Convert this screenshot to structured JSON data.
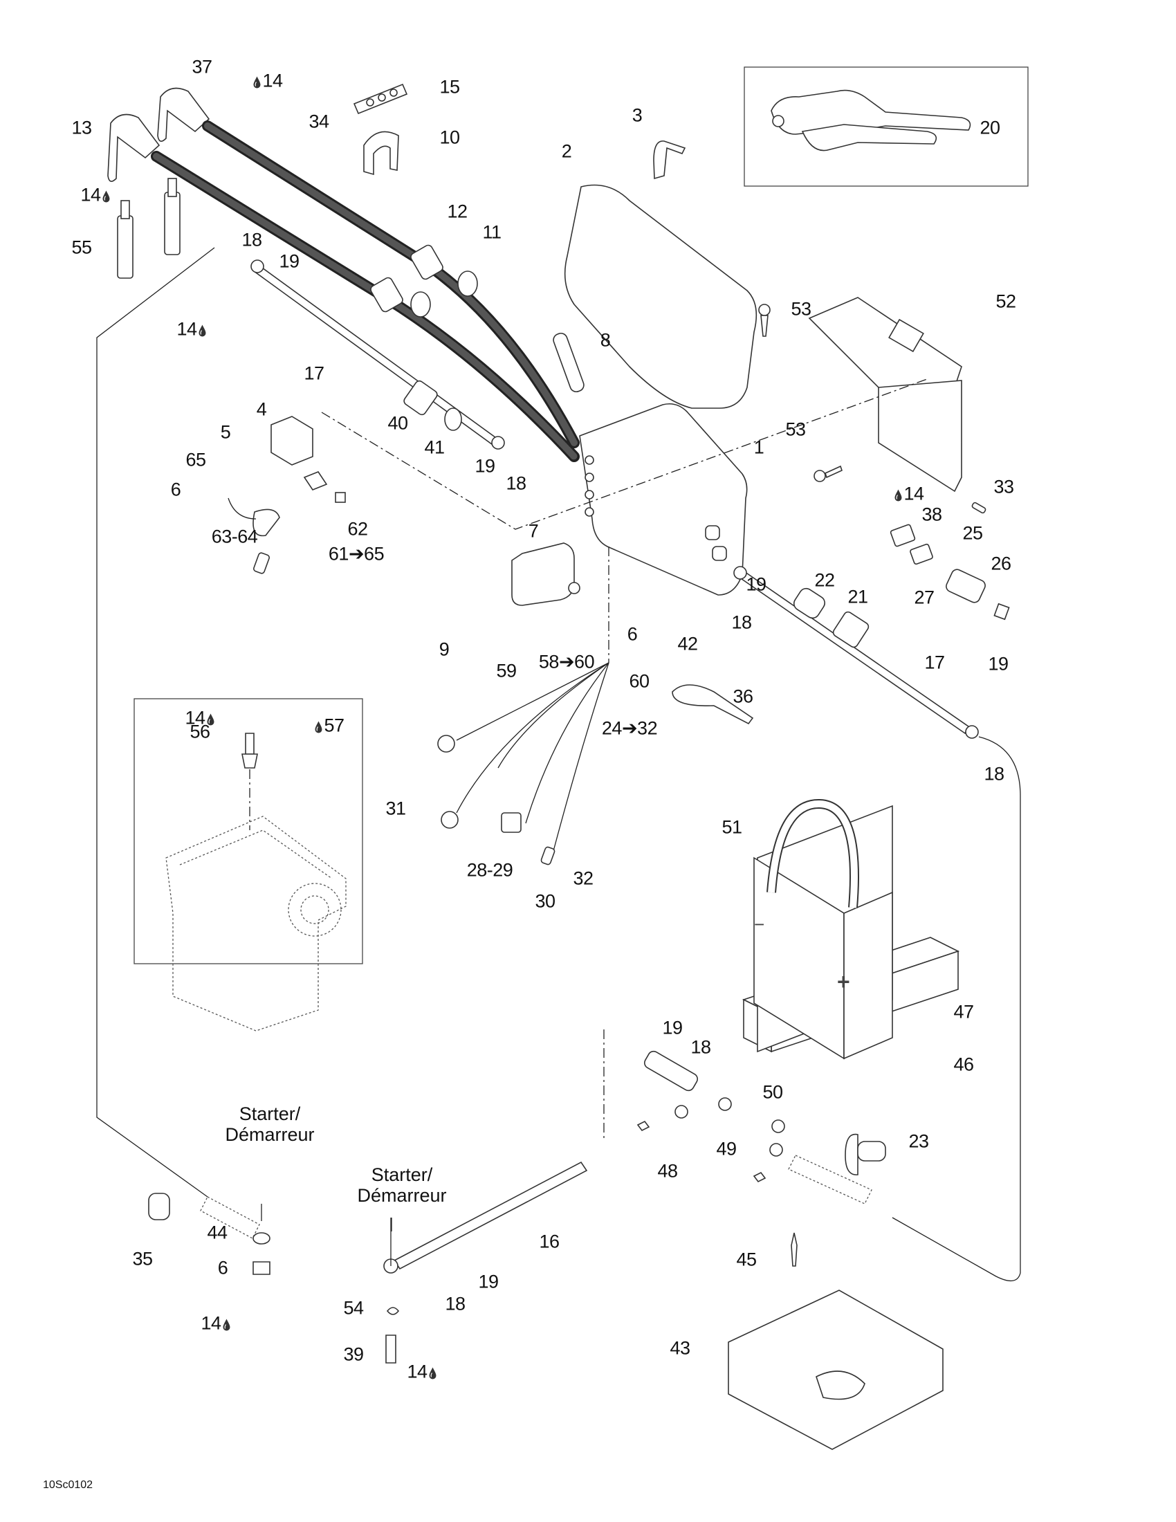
{
  "diagram": {
    "figure_code": "10Sc0102",
    "kind": "exploded parts diagram - electrical system",
    "legend_symbols": {
      "drop_icon": "lubricant / dielectric grease marker (shown next to callout 14 and 57)"
    },
    "captions": [
      {
        "id": "starter-left",
        "line1": "Starter/",
        "line2": "Démarreur"
      },
      {
        "id": "starter-right",
        "line1": "Starter/",
        "line2": "Démarreur"
      }
    ],
    "callouts": [
      {
        "id": "c37",
        "text": "37"
      },
      {
        "id": "c14a",
        "text": "14",
        "drop": "before"
      },
      {
        "id": "c13",
        "text": "13"
      },
      {
        "id": "c34",
        "text": "34"
      },
      {
        "id": "c15",
        "text": "15"
      },
      {
        "id": "c10",
        "text": "10"
      },
      {
        "id": "c14b",
        "text": "14",
        "drop": "after"
      },
      {
        "id": "c55",
        "text": "55"
      },
      {
        "id": "c12",
        "text": "12"
      },
      {
        "id": "c11",
        "text": "11"
      },
      {
        "id": "c3",
        "text": "3"
      },
      {
        "id": "c2",
        "text": "2"
      },
      {
        "id": "c20",
        "text": "20"
      },
      {
        "id": "c52",
        "text": "52"
      },
      {
        "id": "c53a",
        "text": "53"
      },
      {
        "id": "c8",
        "text": "8"
      },
      {
        "id": "c18a",
        "text": "18"
      },
      {
        "id": "c19a",
        "text": "19"
      },
      {
        "id": "c14c",
        "text": "14",
        "drop": "after"
      },
      {
        "id": "c17a",
        "text": "17"
      },
      {
        "id": "c40",
        "text": "40"
      },
      {
        "id": "c41",
        "text": "41"
      },
      {
        "id": "c19b",
        "text": "19"
      },
      {
        "id": "c18b",
        "text": "18"
      },
      {
        "id": "c1",
        "text": "1"
      },
      {
        "id": "c4",
        "text": "4"
      },
      {
        "id": "c5",
        "text": "5"
      },
      {
        "id": "c65",
        "text": "65"
      },
      {
        "id": "c6a",
        "text": "6"
      },
      {
        "id": "c62",
        "text": "62"
      },
      {
        "id": "c63-64",
        "text": "63-64"
      },
      {
        "id": "c61-65",
        "text": "61➔65"
      },
      {
        "id": "c53b",
        "text": "53"
      },
      {
        "id": "c33",
        "text": "33"
      },
      {
        "id": "c14d",
        "text": "14",
        "drop": "before"
      },
      {
        "id": "c38",
        "text": "38"
      },
      {
        "id": "c25",
        "text": "25"
      },
      {
        "id": "c26",
        "text": "26"
      },
      {
        "id": "c27",
        "text": "27"
      },
      {
        "id": "c7",
        "text": "7"
      },
      {
        "id": "c19c",
        "text": "19"
      },
      {
        "id": "c22",
        "text": "22"
      },
      {
        "id": "c21",
        "text": "21"
      },
      {
        "id": "c18c",
        "text": "18"
      },
      {
        "id": "c6b",
        "text": "6"
      },
      {
        "id": "c42",
        "text": "42"
      },
      {
        "id": "c9",
        "text": "9"
      },
      {
        "id": "c59",
        "text": "59"
      },
      {
        "id": "c58-60",
        "text": "58➔60"
      },
      {
        "id": "c60",
        "text": "60"
      },
      {
        "id": "c17b",
        "text": "17"
      },
      {
        "id": "c19d",
        "text": "19"
      },
      {
        "id": "c18d",
        "text": "18"
      },
      {
        "id": "c36",
        "text": "36"
      },
      {
        "id": "c24-32",
        "text": "24➔32"
      },
      {
        "id": "c31",
        "text": "31"
      },
      {
        "id": "c28-29",
        "text": "28-29"
      },
      {
        "id": "c30",
        "text": "30"
      },
      {
        "id": "c32",
        "text": "32"
      },
      {
        "id": "c14e",
        "text": "14",
        "drop": "after"
      },
      {
        "id": "c56",
        "text": "56"
      },
      {
        "id": "c57",
        "text": "57",
        "drop": "before"
      },
      {
        "id": "c51",
        "text": "51"
      },
      {
        "id": "c47",
        "text": "47"
      },
      {
        "id": "c46",
        "text": "46"
      },
      {
        "id": "c19e",
        "text": "19"
      },
      {
        "id": "c18e",
        "text": "18"
      },
      {
        "id": "c50",
        "text": "50"
      },
      {
        "id": "c23",
        "text": "23"
      },
      {
        "id": "c49",
        "text": "49"
      },
      {
        "id": "c48",
        "text": "48"
      },
      {
        "id": "c16",
        "text": "16"
      },
      {
        "id": "c45",
        "text": "45"
      },
      {
        "id": "c43",
        "text": "43"
      },
      {
        "id": "c35",
        "text": "35"
      },
      {
        "id": "c44",
        "text": "44"
      },
      {
        "id": "c6c",
        "text": "6"
      },
      {
        "id": "c14f",
        "text": "14",
        "drop": "after"
      },
      {
        "id": "c19f",
        "text": "19"
      },
      {
        "id": "c54",
        "text": "54"
      },
      {
        "id": "c18f",
        "text": "18"
      },
      {
        "id": "c39",
        "text": "39"
      },
      {
        "id": "c14g",
        "text": "14",
        "drop": "after"
      }
    ],
    "battery_markings": {
      "negative": "−",
      "positive": "+"
    }
  }
}
